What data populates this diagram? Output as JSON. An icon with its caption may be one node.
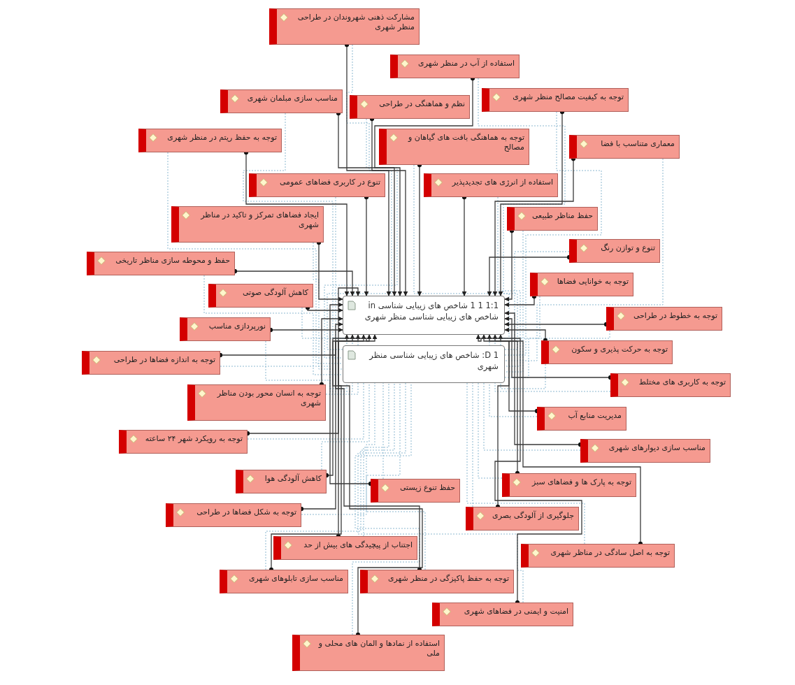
{
  "diagram": {
    "nodes": [
      {
        "text": [
          "مشارکت ذهنی شهروندان در طراحی منظر شهری"
        ]
      },
      {
        "text": [
          "استفاده از آب در منظر شهری"
        ]
      },
      {
        "text": [
          "توجه به کیفیت مصالح منظر شهری"
        ]
      },
      {
        "text": [
          "مناسب سازی مبلمان شهری"
        ]
      },
      {
        "text": [
          "نظم و هماهنگی در طراحی"
        ]
      },
      {
        "text": [
          "توجه به حفظ ریتم در منظر شهری"
        ]
      },
      {
        "text": [
          "توجه به هماهنگی بافت های گیاهان و مصالح"
        ]
      },
      {
        "text": [
          "معماری متناسب با فضا"
        ]
      },
      {
        "text": [
          "تنوع در کاربری فضاهای عمومی"
        ]
      },
      {
        "text": [
          "استفاده از انرژی های تجدیدپذیر"
        ]
      },
      {
        "text": [
          "ایجاد فضاهای تمرکز و تاکید در مناظر شهری"
        ]
      },
      {
        "text": [
          "حفظ مناظر طبیعی"
        ]
      },
      {
        "text": [
          "تنوع و توازن رنگ"
        ]
      },
      {
        "text": [
          "حفظ و محوطه سازی مناظر تاریخی"
        ]
      },
      {
        "text": [
          "توجه به خوانایی فضاها"
        ]
      },
      {
        "text": [
          "کاهش آلودگی صوتی"
        ]
      },
      {
        "text": [
          "1:1 1 1 شاخص های زیبایی شناسی in",
          "شاخص های زیبایی شناسی منظر شهری"
        ]
      },
      {
        "text": [
          "توجه به خطوط در طراحی"
        ]
      },
      {
        "text": [
          "نورپردازی مناسب"
        ]
      },
      {
        "text": [
          "توجه به حرکت پذیری و سکون"
        ]
      },
      {
        "text": [
          "D 1: شاخص های زیبایی شناسی منظر شهری"
        ]
      },
      {
        "text": [
          "توجه به اندازه فضاها در طراحی"
        ]
      },
      {
        "text": [
          "توجه به کاربری های مختلط"
        ]
      },
      {
        "text": [
          "توجه به انسان محور بودن مناظر شهری"
        ]
      },
      {
        "text": [
          "مدیریت منابع آب"
        ]
      },
      {
        "text": [
          "توجه به رویکرد شهر ۲۴ ساعته"
        ]
      },
      {
        "text": [
          "مناسب سازی دیوارهای شهری"
        ]
      },
      {
        "text": [
          "کاهش آلودگی هوا"
        ]
      },
      {
        "text": [
          "توجه به پارک ها و فضاهای سبز"
        ]
      },
      {
        "text": [
          "حفظ تنوع زیستی"
        ]
      },
      {
        "text": [
          "توجه به شکل فضاها در طراحی"
        ]
      },
      {
        "text": [
          "جلوگیری از آلودگی بصری"
        ]
      },
      {
        "text": [
          "اجتناب از پیچیدگی های بیش از حد"
        ]
      },
      {
        "text": [
          "توجه به اصل سادگی در مناظر شهری"
        ]
      },
      {
        "text": [
          "مناسب سازی تابلوهای شهری"
        ]
      },
      {
        "text": [
          "توجه به حفظ پاکیزگی در منظر شهری"
        ]
      },
      {
        "text": [
          "امنیت و ایمنی در فضاهای شهری"
        ]
      },
      {
        "text": [
          "استفاده از نمادها و المان های محلی و ملی"
        ]
      }
    ],
    "edges": [
      {
        "from": 0,
        "to": 16,
        "arrow": "to"
      },
      {
        "from": 1,
        "to": 16,
        "arrow": "to"
      },
      {
        "from": 2,
        "to": 16,
        "arrow": "to"
      },
      {
        "from": 3,
        "to": 16,
        "arrow": "to"
      },
      {
        "from": 4,
        "to": 16,
        "arrow": "to"
      },
      {
        "from": 5,
        "to": 16,
        "arrow": "to"
      },
      {
        "from": 6,
        "to": 16,
        "arrow": "to"
      },
      {
        "from": 7,
        "to": 16,
        "arrow": "to"
      },
      {
        "from": 8,
        "to": 16,
        "arrow": "to"
      },
      {
        "from": 9,
        "to": 16,
        "arrow": "to"
      },
      {
        "from": 10,
        "to": 16,
        "arrow": "to"
      },
      {
        "from": 11,
        "to": 16,
        "arrow": "to"
      },
      {
        "from": 12,
        "to": 16,
        "arrow": "to"
      },
      {
        "from": 13,
        "to": 16,
        "arrow": "to"
      },
      {
        "from": 14,
        "to": 16,
        "arrow": "to"
      },
      {
        "from": 15,
        "to": 16,
        "arrow": "to"
      },
      {
        "from": 17,
        "to": 16,
        "arrow": "to"
      },
      {
        "from": 18,
        "to": 16,
        "arrow": "to"
      },
      {
        "from": 19,
        "to": 16,
        "arrow": "to"
      },
      {
        "from": 21,
        "to": 16,
        "arrow": "to"
      },
      {
        "from": 22,
        "to": 16,
        "arrow": "to"
      },
      {
        "from": 23,
        "to": 16,
        "arrow": "to"
      },
      {
        "from": 24,
        "to": 16,
        "arrow": "to"
      },
      {
        "from": 25,
        "to": 16,
        "arrow": "to"
      },
      {
        "from": 26,
        "to": 16,
        "arrow": "to"
      },
      {
        "from": 27,
        "to": 16,
        "arrow": "to"
      },
      {
        "from": 28,
        "to": 16,
        "arrow": "to"
      },
      {
        "from": 29,
        "to": 16,
        "arrow": "to"
      },
      {
        "from": 30,
        "to": 16,
        "arrow": "to"
      },
      {
        "from": 31,
        "to": 16,
        "arrow": "to"
      },
      {
        "from": 32,
        "to": 16,
        "arrow": "to"
      },
      {
        "from": 33,
        "to": 16,
        "arrow": "to"
      },
      {
        "from": 34,
        "to": 16,
        "arrow": "to"
      },
      {
        "from": 35,
        "to": 16,
        "arrow": "to"
      },
      {
        "from": 36,
        "to": 16,
        "arrow": "to"
      },
      {
        "from": 37,
        "to": 16,
        "arrow": "to"
      },
      {
        "from": 0,
        "to": 20,
        "arrow": "none",
        "style": "dashed",
        "color": "#8cb8d0"
      },
      {
        "from": 1,
        "to": 20,
        "arrow": "none",
        "style": "dashed",
        "color": "#8cb8d0"
      },
      {
        "from": 2,
        "to": 20,
        "arrow": "none",
        "style": "dashed",
        "color": "#8cb8d0"
      },
      {
        "from": 3,
        "to": 20,
        "arrow": "none",
        "style": "dashed",
        "color": "#8cb8d0"
      },
      {
        "from": 4,
        "to": 20,
        "arrow": "none",
        "style": "dashed",
        "color": "#8cb8d0"
      },
      {
        "from": 5,
        "to": 20,
        "arrow": "none",
        "style": "dashed",
        "color": "#8cb8d0"
      },
      {
        "from": 6,
        "to": 20,
        "arrow": "none",
        "style": "dashed",
        "color": "#8cb8d0"
      },
      {
        "from": 7,
        "to": 20,
        "arrow": "none",
        "style": "dashed",
        "color": "#8cb8d0"
      },
      {
        "from": 8,
        "to": 20,
        "arrow": "none",
        "style": "dashed",
        "color": "#8cb8d0"
      },
      {
        "from": 9,
        "to": 20,
        "arrow": "none",
        "style": "dashed",
        "color": "#8cb8d0"
      },
      {
        "from": 10,
        "to": 20,
        "arrow": "none",
        "style": "dashed",
        "color": "#8cb8d0"
      },
      {
        "from": 11,
        "to": 20,
        "arrow": "none",
        "style": "dashed",
        "color": "#8cb8d0"
      },
      {
        "from": 12,
        "to": 20,
        "arrow": "none",
        "style": "dashed",
        "color": "#8cb8d0"
      },
      {
        "from": 13,
        "to": 20,
        "arrow": "none",
        "style": "dashed",
        "color": "#8cb8d0"
      },
      {
        "from": 14,
        "to": 20,
        "arrow": "none",
        "style": "dashed",
        "color": "#8cb8d0"
      },
      {
        "from": 15,
        "to": 20,
        "arrow": "none",
        "style": "dashed",
        "color": "#8cb8d0"
      },
      {
        "from": 17,
        "to": 20,
        "arrow": "none",
        "style": "dashed",
        "color": "#8cb8d0"
      },
      {
        "from": 18,
        "to": 20,
        "arrow": "none",
        "style": "dashed",
        "color": "#8cb8d0"
      },
      {
        "from": 19,
        "to": 20,
        "arrow": "none",
        "style": "dashed",
        "color": "#8cb8d0"
      },
      {
        "from": 21,
        "to": 20,
        "arrow": "none",
        "style": "dashed",
        "color": "#8cb8d0"
      },
      {
        "from": 22,
        "to": 20,
        "arrow": "none",
        "style": "dashed",
        "color": "#8cb8d0"
      },
      {
        "from": 23,
        "to": 20,
        "arrow": "none",
        "style": "dashed",
        "color": "#8cb8d0"
      },
      {
        "from": 24,
        "to": 20,
        "arrow": "none",
        "style": "dashed",
        "color": "#8cb8d0"
      },
      {
        "from": 25,
        "to": 20,
        "arrow": "none",
        "style": "dashed",
        "color": "#8cb8d0"
      },
      {
        "from": 26,
        "to": 20,
        "arrow": "none",
        "style": "dashed",
        "color": "#8cb8d0"
      },
      {
        "from": 27,
        "to": 20,
        "arrow": "none",
        "style": "dashed",
        "color": "#8cb8d0"
      },
      {
        "from": 28,
        "to": 20,
        "arrow": "none",
        "style": "dashed",
        "color": "#8cb8d0"
      },
      {
        "from": 29,
        "to": 20,
        "arrow": "none",
        "style": "dashed",
        "color": "#8cb8d0"
      },
      {
        "from": 30,
        "to": 20,
        "arrow": "none",
        "style": "dashed",
        "color": "#8cb8d0"
      },
      {
        "from": 31,
        "to": 20,
        "arrow": "none",
        "style": "dashed",
        "color": "#8cb8d0"
      },
      {
        "from": 32,
        "to": 20,
        "arrow": "none",
        "style": "dashed",
        "color": "#8cb8d0"
      },
      {
        "from": 33,
        "to": 20,
        "arrow": "none",
        "style": "dashed",
        "color": "#8cb8d0"
      },
      {
        "from": 34,
        "to": 20,
        "arrow": "none",
        "style": "dashed",
        "color": "#8cb8d0"
      },
      {
        "from": 35,
        "to": 20,
        "arrow": "none",
        "style": "dashed",
        "color": "#8cb8d0"
      },
      {
        "from": 36,
        "to": 20,
        "arrow": "none",
        "style": "dashed",
        "color": "#8cb8d0"
      },
      {
        "from": 37,
        "to": 20,
        "arrow": "none",
        "style": "dashed",
        "color": "#8cb8d0"
      }
    ]
  }
}
